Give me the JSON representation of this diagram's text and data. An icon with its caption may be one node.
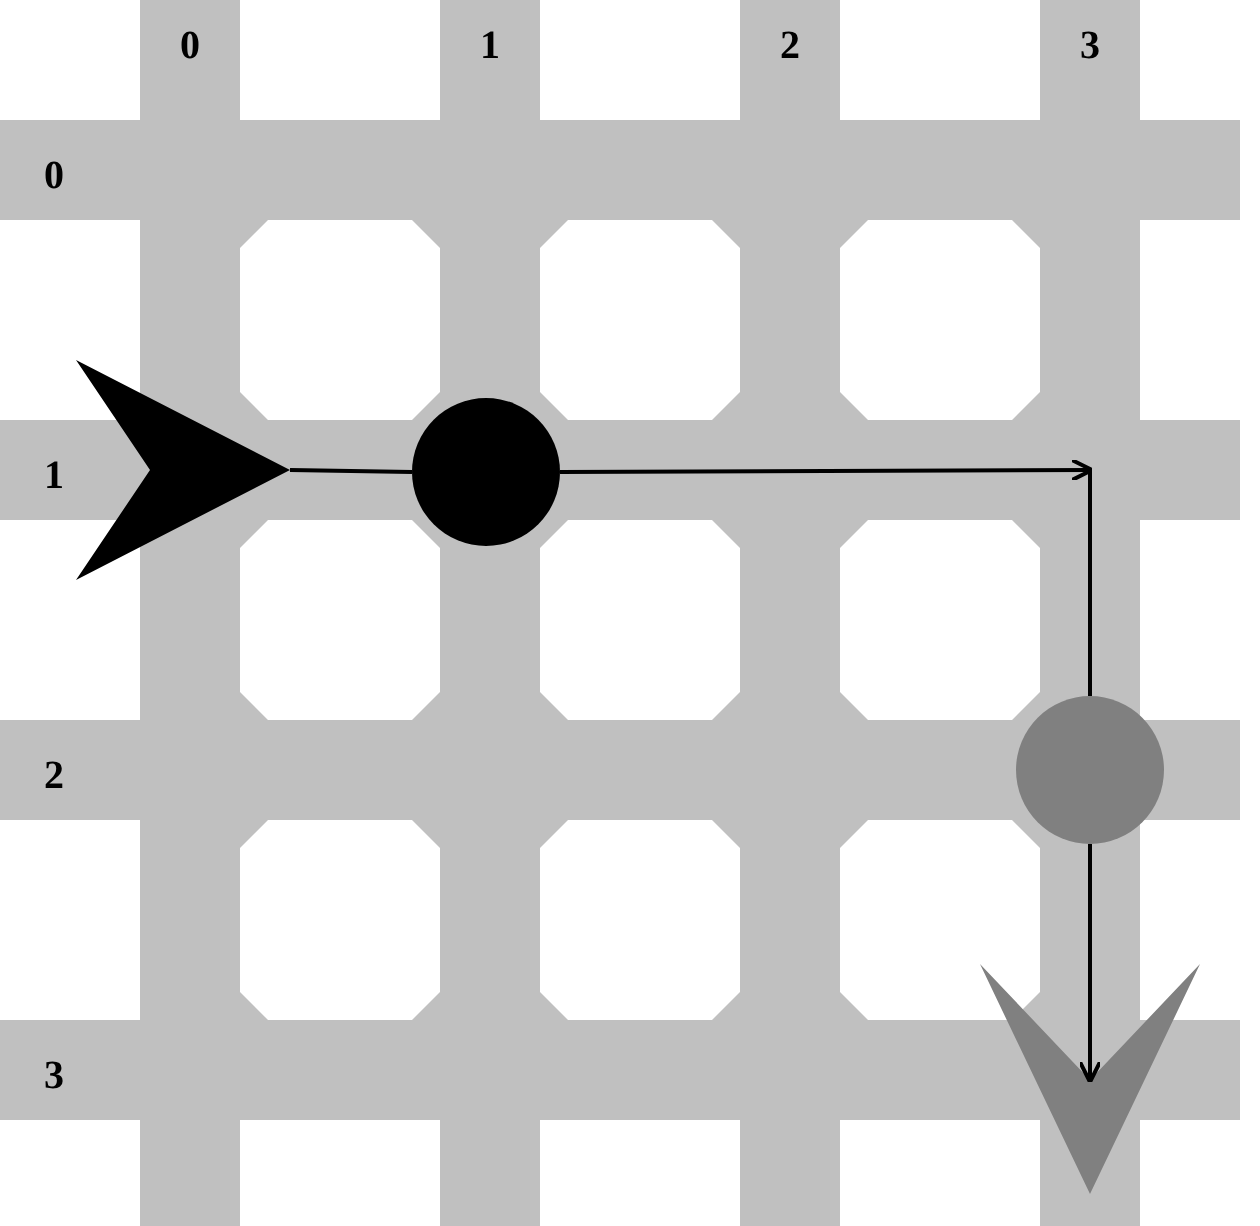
{
  "diagram": {
    "nodes": [
      {
        "text": [],
        "shape": "arrowhead"
      },
      {
        "text": [],
        "shape": "circle"
      },
      {
        "text": [],
        "shape": "circle"
      },
      {
        "text": [],
        "shape": "arrowhead"
      }
    ],
    "edges": [
      {
        "from": 0,
        "to": 1,
        "arrow": "none"
      },
      {
        "from": 1,
        "to": null,
        "arrow": "to"
      },
      {
        "from": null,
        "to": 2,
        "arrow": "none"
      },
      {
        "from": 2,
        "to": 3,
        "arrow": "to"
      }
    ],
    "labels": [
      "0",
      "1",
      "2",
      "3",
      "0",
      "1",
      "2",
      "3"
    ]
  }
}
